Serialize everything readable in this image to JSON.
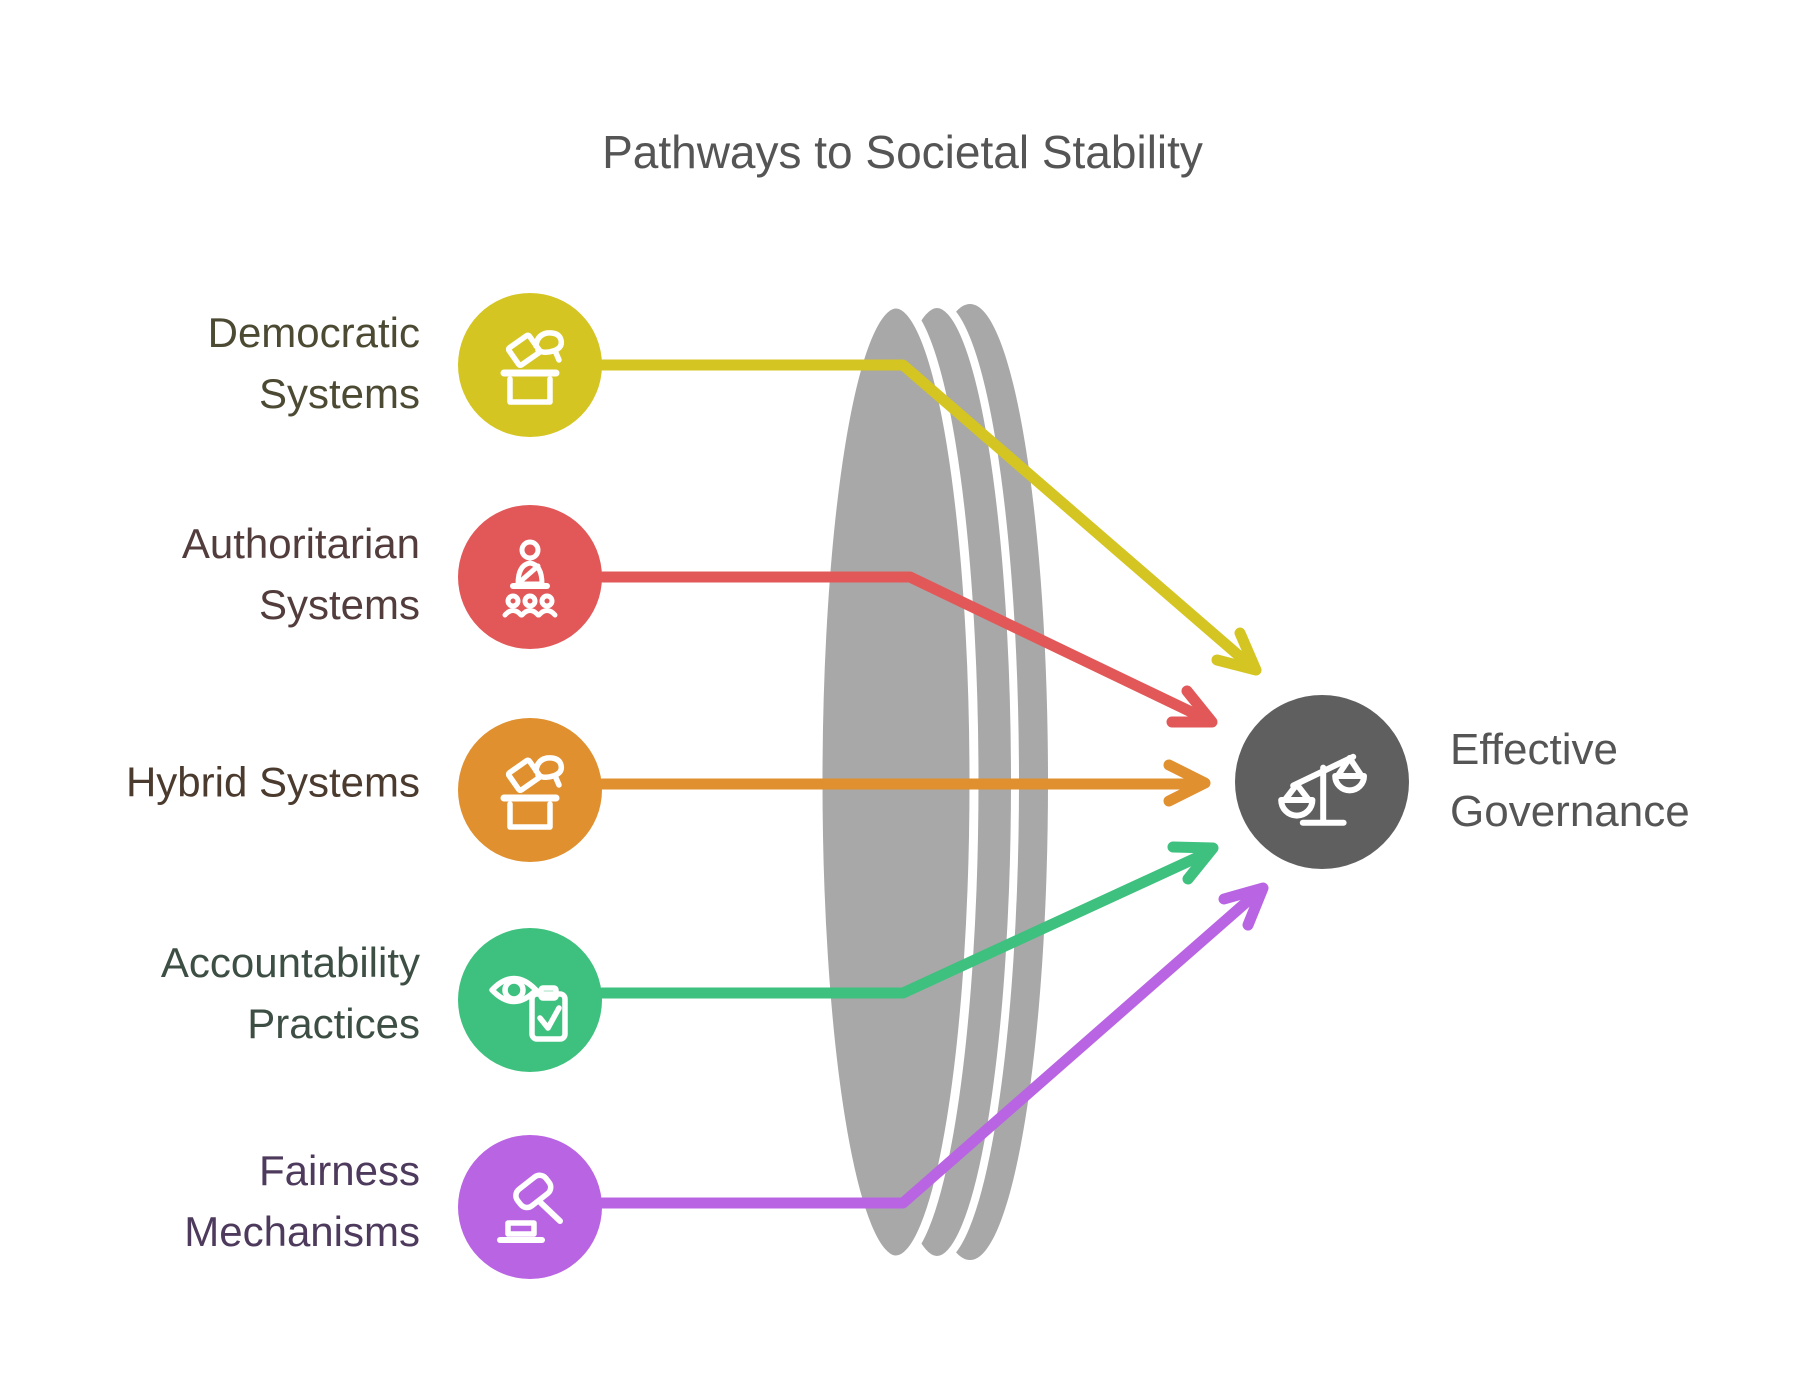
{
  "title": "Pathways to Societal Stability",
  "title_color": "#555555",
  "funnel": {
    "color": "#a8a8a8",
    "name": "convergence-lens"
  },
  "nodes": [
    {
      "id": "democratic-systems",
      "label": "Democratic Systems",
      "color": "#d4c522",
      "label_color": "#4c4a33",
      "icon": "ballot-box-icon"
    },
    {
      "id": "authoritarian-systems",
      "label": "Authoritarian Systems",
      "color": "#e25858",
      "label_color": "#523c3c",
      "icon": "podium-speaker-icon"
    },
    {
      "id": "hybrid-systems",
      "label": "Hybrid Systems",
      "color": "#e0902f",
      "label_color": "#4b3a2e",
      "icon": "ballot-box-icon"
    },
    {
      "id": "accountability-practices",
      "label": "Accountability Practices",
      "color": "#3ec17e",
      "label_color": "#3d4f44",
      "icon": "eye-clipboard-icon"
    },
    {
      "id": "fairness-mechanisms",
      "label": "Fairness Mechanisms",
      "color": "#b964e3",
      "label_color": "#4d3a5c",
      "icon": "gavel-icon"
    }
  ],
  "outcome": {
    "id": "effective-governance",
    "label": "Effective Governance",
    "circle_color": "#5f5f5f",
    "label_color": "#555555",
    "icon": "balance-scale-icon"
  }
}
